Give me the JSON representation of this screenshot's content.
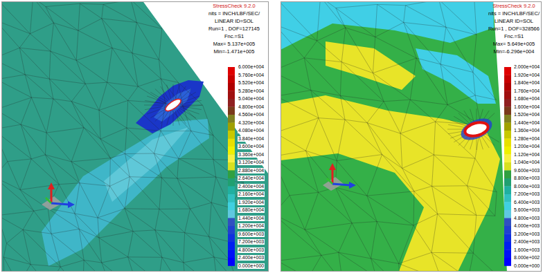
{
  "diagram": {
    "labels": [
      "StressCheck 9.2.0",
      "nits = INCH/LBF/SEC/",
      "LINEAR ID=SOL",
      "Run=1 , DOF=127145",
      "Fnc.=S1",
      "Max= 5.137e+005",
      "Min=-1.471e+005",
      "6.000e+004",
      "5.760e+004",
      "5.520e+004",
      "5.280e+004",
      "5.040e+004",
      "4.800e+004",
      "4.560e+004",
      "4.320e+004",
      "4.080e+004",
      "3.840e+004",
      "3.600e+004",
      "3.360e+004",
      "3.120e+004",
      "2.880e+004",
      "2.640e+004",
      "2.400e+004",
      "2.160e+004",
      "1.920e+004",
      "1.680e+004",
      "1.440e+004",
      "1.200e+004",
      "9.600e+003",
      "7.200e+003",
      "4.800e+003",
      "2.400e+003",
      "0.000e+000",
      "StressCheck 9.2.0",
      "nits = INCH/LBF/SEC/",
      "LINEAR ID=SOL",
      "Run=1 , DOF=328566",
      "Fnc.=S1",
      "Max= 5.649e+005",
      "Min=-6.296e+004",
      "2.000e+004",
      "1.920e+004",
      "1.840e+004",
      "1.760e+004",
      "1.680e+004",
      "1.600e+004",
      "1.520e+004",
      "1.440e+004",
      "1.360e+004",
      "1.280e+004",
      "1.200e+004",
      "1.120e+004",
      "1.040e+004",
      "9.600e+003",
      "8.800e+003",
      "8.000e+003",
      "7.200e+003",
      "6.400e+003",
      "5.600e+003",
      "4.800e+003",
      "4.000e+003",
      "3.200e+003",
      "2.400e+003",
      "1.600e+003",
      "8.000e+002",
      "0.000e+000"
    ]
  }
}
